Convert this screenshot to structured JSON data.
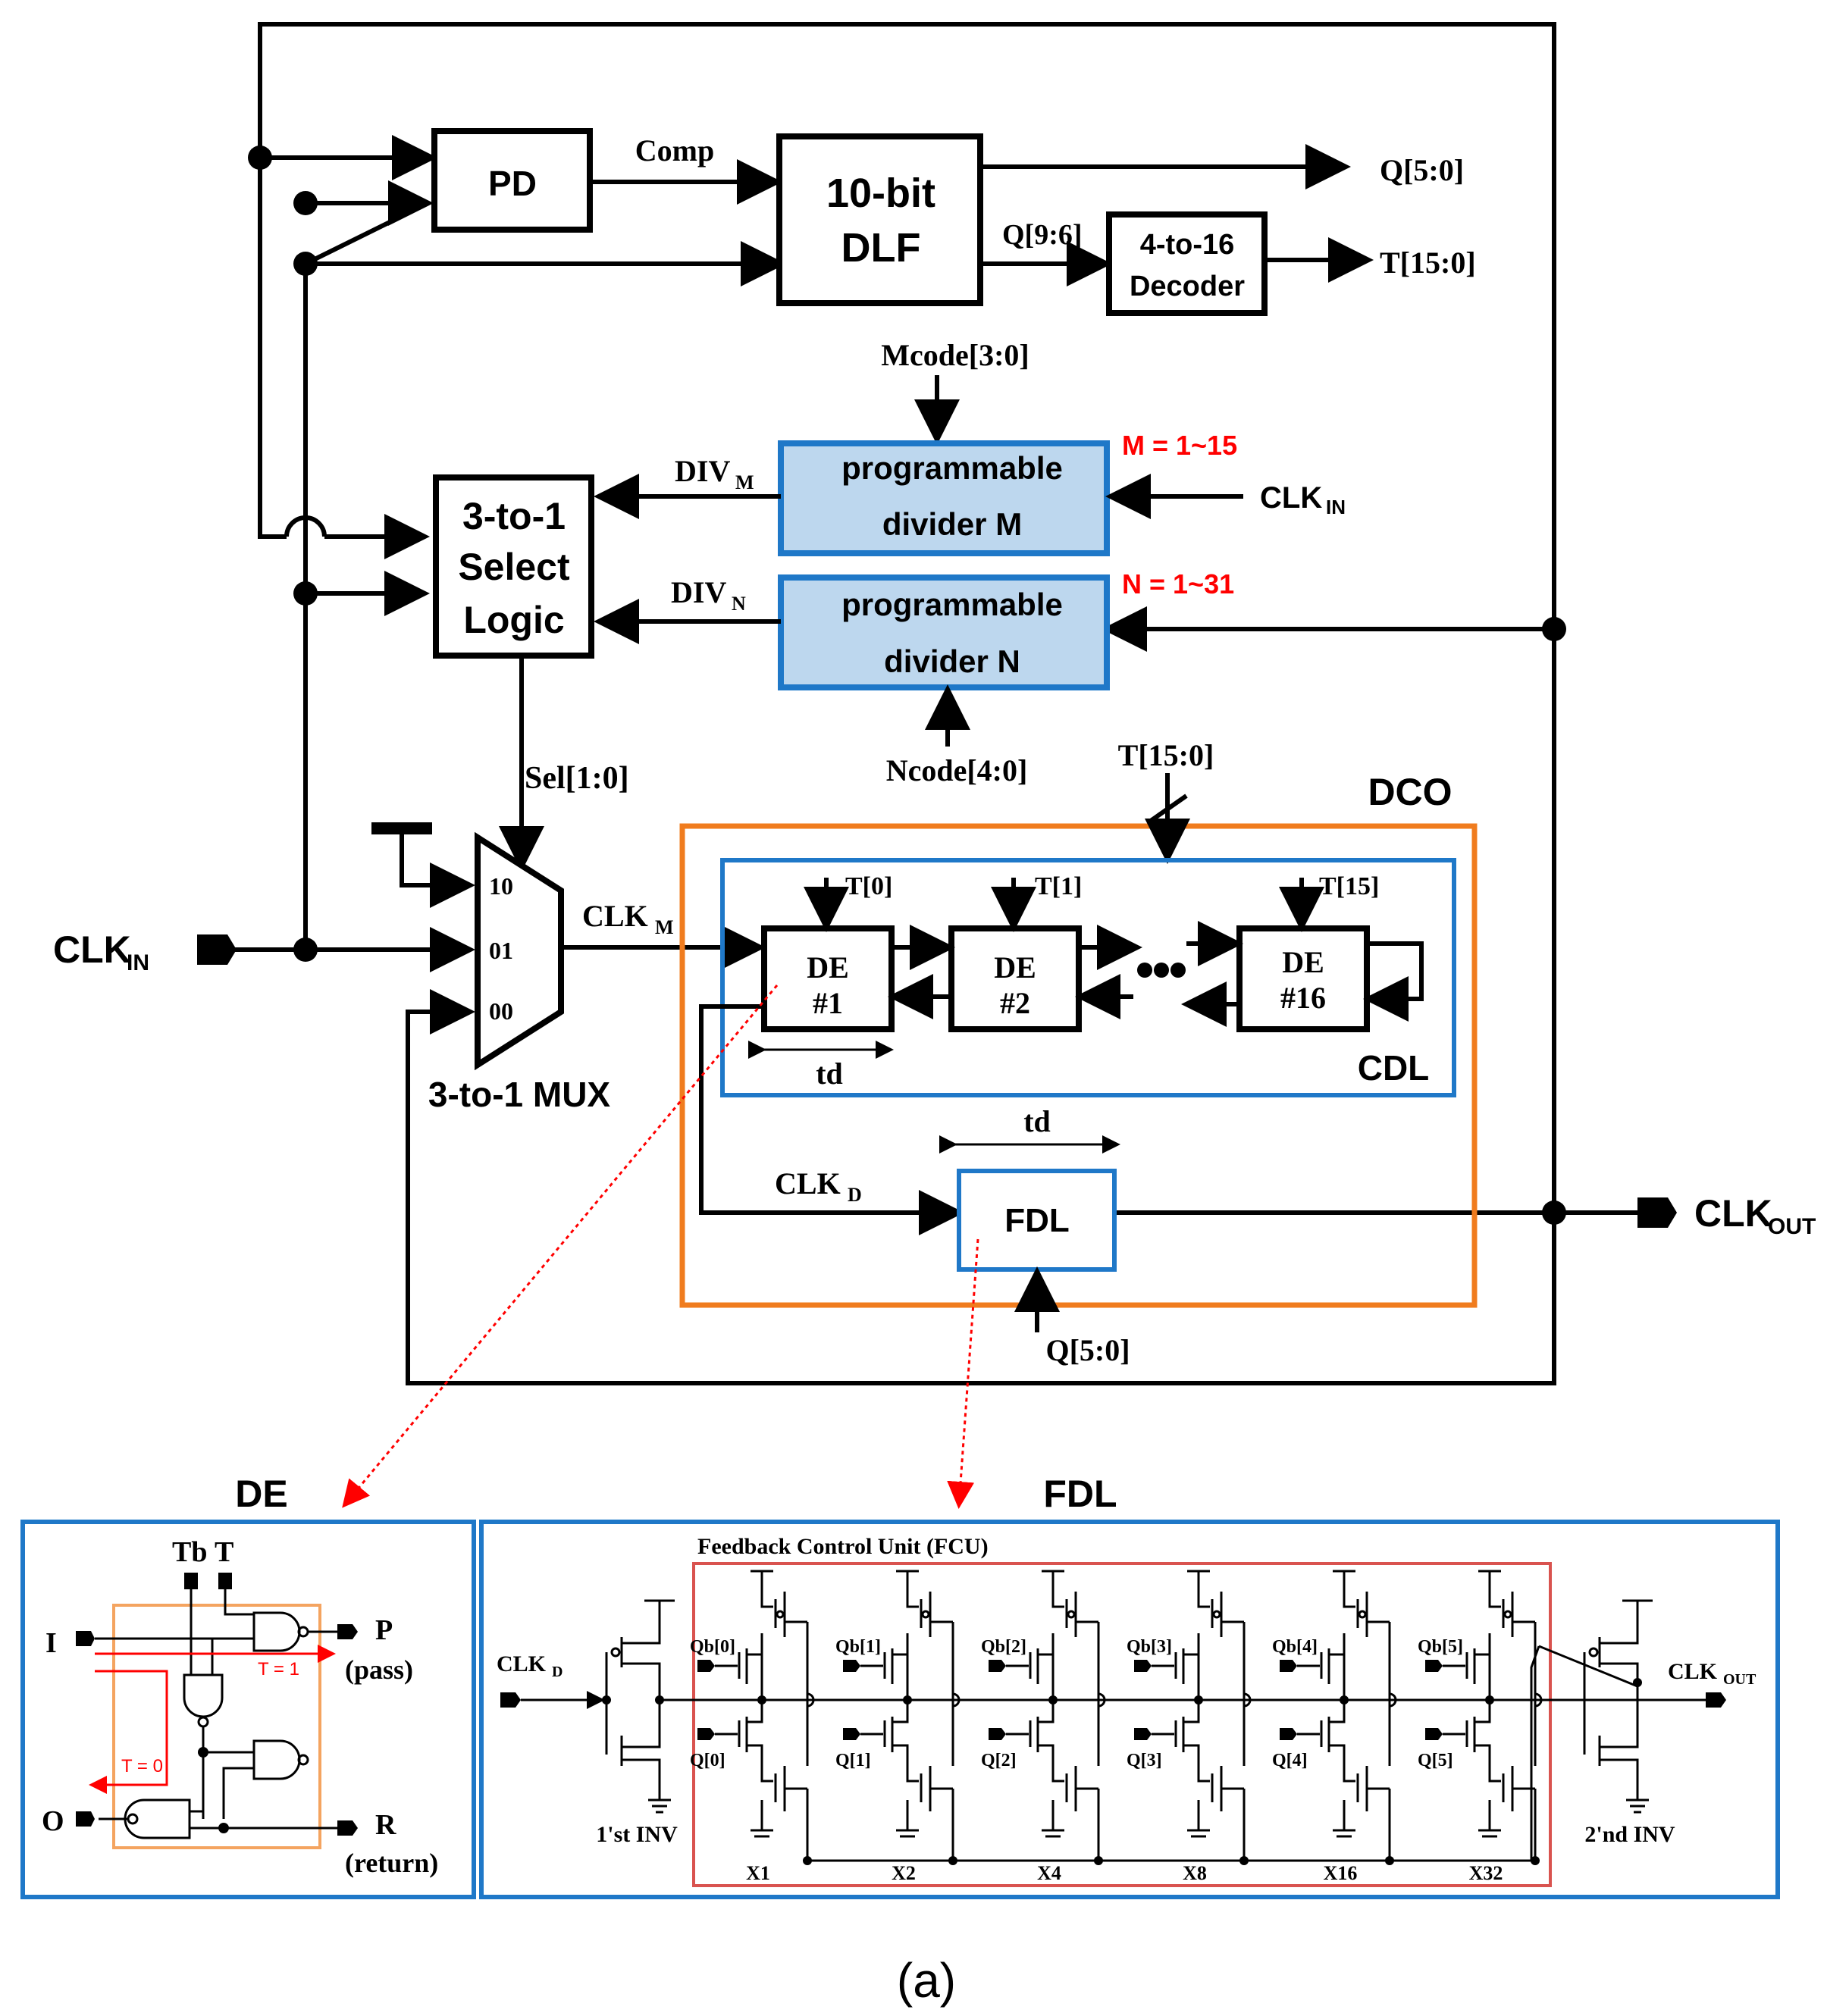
{
  "blocks": {
    "pd": "PD",
    "dlf_line1": "10-bit",
    "dlf_line2": "DLF",
    "decoder_line1": "4-to-16",
    "decoder_line2": "Decoder",
    "divm_line1": "programmable",
    "divm_line2": "divider  M",
    "divn_line1": "programmable",
    "divn_line2": "divider  N",
    "select_line1": "3-to-1",
    "select_line2": "Select",
    "select_line3": "Logic",
    "mux_label": "3-to-1 MUX",
    "fdl": "FDL",
    "dco": "DCO",
    "cdl": "CDL"
  },
  "signals": {
    "comp": "Comp",
    "q50": "Q[5:0]",
    "q96": "Q[9:6]",
    "t150": "T[15:0]",
    "mcode": "Mcode[3:0]",
    "ncode": "Ncode[4:0]",
    "m_range": "M = 1~15",
    "n_range": "N = 1~31",
    "divm_main": "DIV",
    "divm_sub": "M",
    "divn_main": "DIV",
    "divn_sub": "N",
    "sel": "Sel[1:0]",
    "clkin_main": "CLK",
    "clkin_sub": "IN",
    "clkm_main": "CLK",
    "clkm_sub": "M",
    "clkd_main": "CLK",
    "clkd_sub": "D",
    "clkout_main": "CLK",
    "clkout_sub": "OUT",
    "mux_in_10": "10",
    "mux_in_01": "01",
    "mux_in_00": "00",
    "td": "td"
  },
  "cdl": {
    "de1_a": "DE",
    "de1_b": "#1",
    "t0": "T[0]",
    "de2_a": "DE",
    "de2_b": "#2",
    "t1": "T[1]",
    "de16_a": "DE",
    "de16_b": "#16",
    "t15": "T[15]"
  },
  "de_detail": {
    "title": "DE",
    "tb": "Tb",
    "t": "T",
    "i": "I",
    "o": "O",
    "p": "P",
    "pass": "(pass)",
    "r": "R",
    "return": "(return)",
    "t1": "T = 1",
    "t0": "T = 0"
  },
  "fdl_detail": {
    "title": "FDL",
    "fcu": "Feedback Control Unit (FCU)",
    "clkd_main": "CLK",
    "clkd_sub": "D",
    "clkout_main": "CLK",
    "clkout_sub": "OUT",
    "inv1": "1'st INV",
    "inv2": "2'nd INV",
    "stages": [
      {
        "qb": "Qb[0]",
        "q": "Q[0]",
        "mult": "X1"
      },
      {
        "qb": "Qb[1]",
        "q": "Q[1]",
        "mult": "X2"
      },
      {
        "qb": "Qb[2]",
        "q": "Q[2]",
        "mult": "X4"
      },
      {
        "qb": "Qb[3]",
        "q": "Q[3]",
        "mult": "X8"
      },
      {
        "qb": "Qb[4]",
        "q": "Q[4]",
        "mult": "X16"
      },
      {
        "qb": "Qb[5]",
        "q": "Q[5]",
        "mult": "X32"
      }
    ]
  },
  "caption": "(a)",
  "colors": {
    "dco_border": "#f07c1e",
    "cdl_border": "#1f78c8",
    "divider_fill": "#bdd7ee",
    "range_text": "#ff0000",
    "fcu_border": "#d9534f",
    "panel_border": "#1f78c8",
    "de_inner_border": "#f4a460"
  }
}
